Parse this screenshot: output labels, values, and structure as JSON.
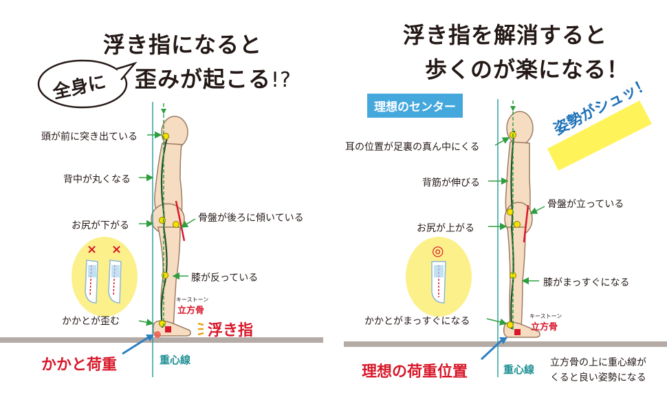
{
  "left": {
    "title_line1": "浮き指になると",
    "bubble": "全身に",
    "title_line2": "歪みが起こる",
    "title_mark": "!?",
    "labels": {
      "head": "頭が前に突き出ている",
      "back": "背中が丸くなる",
      "hip": "お尻が下がる",
      "pelvis": "骨盤が後ろに傾いている",
      "knee": "膝が反っている",
      "heel": "かかとが歪む",
      "keystone_kana": "キーストーン",
      "cuboid": "立方骨",
      "ukiyubi": "浮き指",
      "heel_load": "かかと荷重",
      "gravity_line": "重心線"
    },
    "feet_marks": [
      "×",
      "×"
    ]
  },
  "right": {
    "title_line1": "浮き指を解消すると",
    "title_line2": "歩くのが楽になる！",
    "badge": "理想のセンター",
    "banner": "姿勢がシュッ！",
    "labels": {
      "ear": "耳の位置が足裏の真ん中にくる",
      "spine": "背筋が伸びる",
      "hip": "お尻が上がる",
      "pelvis": "骨盤が立っている",
      "knee": "膝がまっすぐになる",
      "heel": "かかとがまっすぐになる",
      "keystone_kana": "キーストーン",
      "cuboid": "立方骨",
      "ideal_load": "理想の荷重位置",
      "gravity_line": "重心線",
      "caption_line1": "立方骨の上に重心線が",
      "caption_line2": "くると良い姿勢になる"
    },
    "feet_mark": "◎"
  },
  "colors": {
    "red": "#d7182a",
    "teal": "#1e8f93",
    "green": "#2e9e3e",
    "skin": "#f6dcc0",
    "yellow": "#fcf08a",
    "floor": "#b5aba6",
    "badge": "#45a8dd",
    "banner": "#fff35a"
  }
}
